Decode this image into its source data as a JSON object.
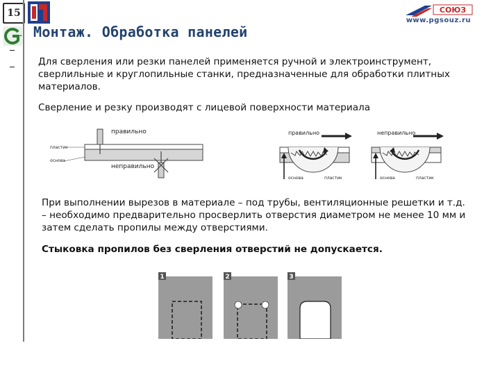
{
  "slide": {
    "number": "15",
    "title": "Монтаж. Обработка панелей",
    "website": "www.pgsouz.ru",
    "brand": "СОЮЗ"
  },
  "text": {
    "p1": "Для сверления или резки панелей  применяется ручной и электроинструмент, сверлильные и круглопильные станки, предназначенные для обработки плитных материалов.",
    "p2": "Сверление и резку производят с лицевой поверхности материала",
    "p3": "При выполнении вырезов в материале – под трубы, вентиляционные решетки и т.д. – необходимо предварительно просверлить отверстия диаметром не менее 10 мм и затем сделать пропилы между отверстиями.",
    "p4": "Стыковка пропилов без сверления отверстий не допускается."
  },
  "figures": {
    "drill": {
      "correct": "правильно",
      "incorrect": "неправильно",
      "plastic": "пластик",
      "base": "основа"
    },
    "saw_correct": {
      "label": "правильно",
      "base": "основа",
      "plastic": "пластик"
    },
    "saw_incorrect": {
      "label": "неправильно",
      "base": "основа",
      "plastic": "пластик"
    },
    "steps": [
      "1",
      "2",
      "3"
    ]
  },
  "colors": {
    "title": "#22426e",
    "panel_gray": "#9b9b9b",
    "dark_gray": "#555555",
    "logo_red": "#c62828",
    "logo_blue": "#1f3f8f",
    "g_green": "#2e7d32"
  }
}
